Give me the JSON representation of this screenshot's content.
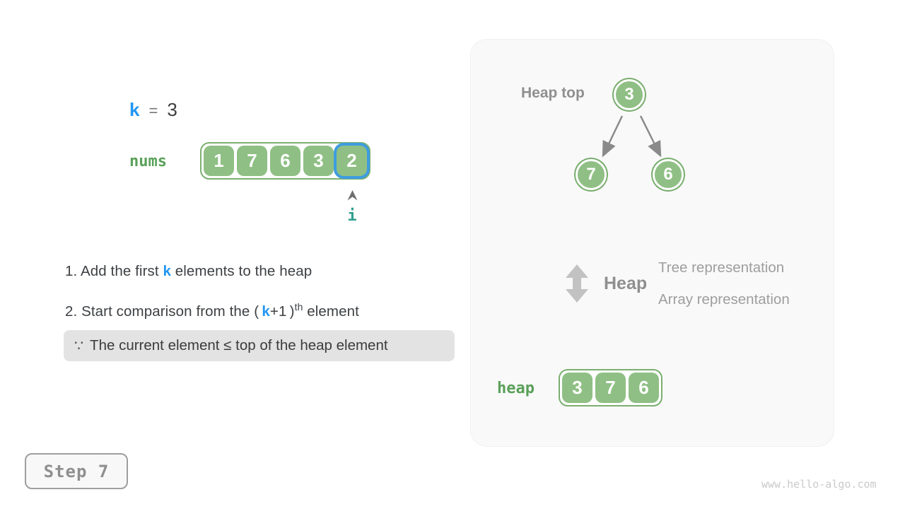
{
  "k_assignment": {
    "variable": "k",
    "operator": "=",
    "value": "3"
  },
  "nums_array": {
    "label": "nums",
    "values": [
      "1",
      "7",
      "6",
      "3",
      "2"
    ],
    "highlighted_index": 4,
    "pointer_label": "i"
  },
  "instructions": {
    "item1": {
      "prefix": "1. Add the first ",
      "k": "k",
      "suffix": " elements to the heap"
    },
    "item2": {
      "prefix": "2. Start comparison from the ( ",
      "k": "k",
      "mid": "+1 )",
      "superscript": "th",
      "suffix": " element"
    },
    "note": {
      "symbol": "∵",
      "text": "The current element ≤ top of the heap element"
    }
  },
  "panel": {
    "heap_top_label": "Heap top",
    "tree": {
      "root": "3",
      "left_child": "7",
      "right_child": "6"
    },
    "legend": {
      "title": "Heap",
      "tree_line": "Tree representation",
      "array_line": "Array representation"
    },
    "heap_array": {
      "label": "heap",
      "values": [
        "3",
        "7",
        "6"
      ]
    }
  },
  "footer": {
    "step_label": "Step 7",
    "website": "www.hello-algo.com"
  },
  "colors": {
    "cell_green": "#8FBF84",
    "border_green": "#7BAF70",
    "label_green": "#5AA05A",
    "highlight_blue": "#3E9DE0",
    "variable_blue": "#2196F3",
    "pointer_teal": "#2F9E8F",
    "gray_text": "#8F8F8F",
    "note_bg": "#E3E3E3",
    "panel_bg": "#F9F9F9"
  }
}
